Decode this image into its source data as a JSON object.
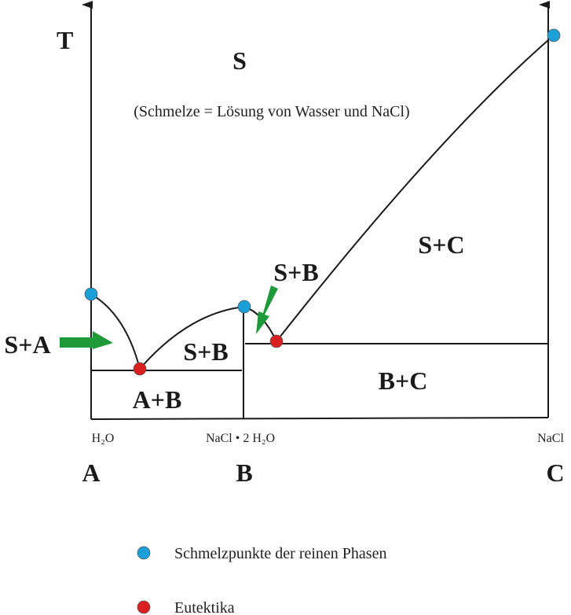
{
  "axis": {
    "y_label": "T"
  },
  "regions": {
    "melt": "S",
    "melt_description": "(Schmelze = Lösung von Wasser und NaCl)",
    "s_plus_c": "S+C",
    "s_plus_b_upper": "S+B",
    "s_plus_b_lower": "S+B",
    "s_plus_a": "S+A",
    "a_plus_b": "A+B",
    "b_plus_c": "B+C"
  },
  "compositions": [
    {
      "formula": "H₂O",
      "letter": "A"
    },
    {
      "formula": "NaCl • 2 H₂O",
      "letter": "B"
    },
    {
      "formula": "NaCl",
      "letter": "C"
    }
  ],
  "legend": [
    {
      "label": "Schmelzpunkte der reinen Phasen",
      "color": "#1a9fd8"
    },
    {
      "label": "Eutektika",
      "color": "#d92020"
    }
  ],
  "colors": {
    "melting_point": "#1a9fd8",
    "eutectic": "#d92020",
    "arrow": "#1e9a3a"
  }
}
